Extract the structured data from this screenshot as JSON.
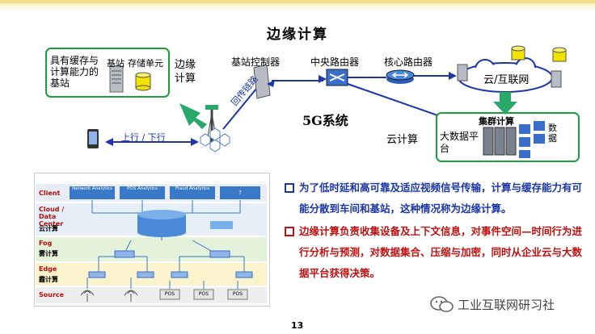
{
  "title": "边缘计算",
  "diagram": {
    "edge_box_text": "具有缓存与计算能力的基站",
    "base_station_label": "基站",
    "storage_label": "存储单元",
    "edge_compute_label": "边缘计算",
    "bs_controller_label": "基站控制器",
    "central_router_label": "中央路由器",
    "core_router_label": "核心路由器",
    "cloud_label": "云/互联网",
    "backhaul_label": "回传链路",
    "system_label": "5G系统",
    "cloud_compute_label": "云计算",
    "cluster_label": "集群计算",
    "bigdata_label": "大数据平台",
    "data_label": "数据",
    "uplink_label": "上行 / 下行"
  },
  "layers": {
    "client": "Client",
    "cloud": "Cloud / Data Center",
    "cloud_cn": "云计算",
    "fog": "Fog",
    "fog_cn": "雾计算",
    "edge": "Edge",
    "edge_cn": "霾计算",
    "source": "Source",
    "analytics": [
      "Network Analytics",
      "POS Analytics",
      "Fraud Analytics",
      "?"
    ],
    "pos": "POS"
  },
  "bullets": [
    "为了低时延和高可靠及适应视频信号传输，计算与缓存能力有可能分散到车间和基站，这种情况称为边缘计算。",
    "边缘计算负责收集设备及上下文信息，对事件空间—时间行为进行分析与预测，对数据集合、压缩与加密，同时从企业云与大数据平台获得决策。"
  ],
  "page_number": "13",
  "watermark": "工业互联网研习社",
  "colors": {
    "accent_green": "#1a9f3a",
    "bullet_blue": "#1a36a8",
    "bullet_red": "#c01010"
  }
}
